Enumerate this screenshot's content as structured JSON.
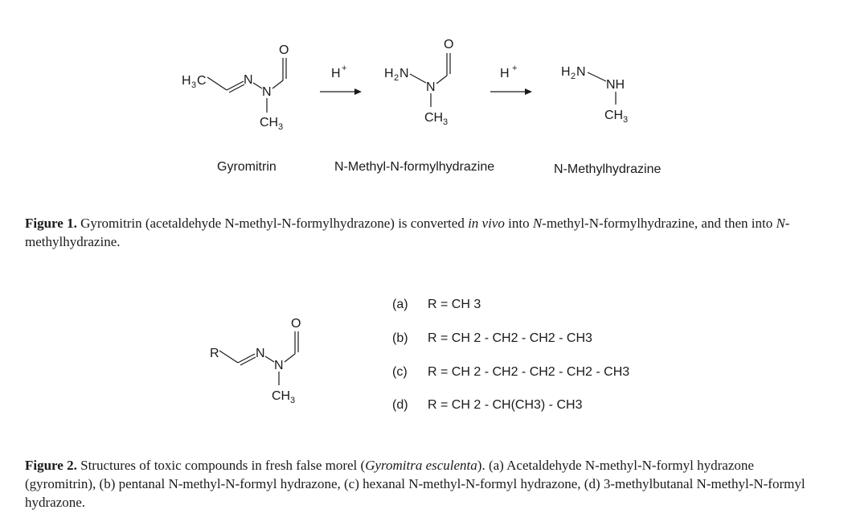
{
  "figure1": {
    "scheme": {
      "acid_label": "H",
      "acid_charge": "+",
      "compounds": [
        {
          "name": "Gyromitrin",
          "atoms": {
            "ch3_left": "H",
            "ch3_left_sub": "3",
            "ch3_left_c": "C",
            "n_imine": "N",
            "n_amide": "N",
            "oxygen": "O",
            "methyl": "CH",
            "methyl_sub": "3"
          }
        },
        {
          "name": "N-Methyl-N-formylhydrazine",
          "atoms": {
            "amine": "H",
            "amine_sub": "2",
            "amine_n": "N",
            "n_amide": "N",
            "oxygen": "O",
            "methyl": "CH",
            "methyl_sub": "3"
          }
        },
        {
          "name": "N-Methylhydrazine",
          "atoms": {
            "amine": "H",
            "amine_sub": "2",
            "amine_n": "N",
            "nh": "NH",
            "methyl": "CH",
            "methyl_sub": "3"
          }
        }
      ]
    },
    "caption": {
      "label": "Figure 1.",
      "parts": [
        " Gyromitrin (acetaldehyde N-methyl-N-formylhydrazone) is converted ",
        "in vivo",
        " into ",
        "N",
        "-methyl-N-formylhydrazine, and then into ",
        "N",
        "-methylhydrazine."
      ]
    }
  },
  "figure2": {
    "structure": {
      "r": "R",
      "n_imine": "N",
      "n_amide": "N",
      "oxygen": "O",
      "methyl": "CH",
      "methyl_sub": "3"
    },
    "options": [
      {
        "label": "(a)",
        "formula": "R = CH 3"
      },
      {
        "label": "(b)",
        "formula": "R = CH 2 - CH2 - CH2 - CH3"
      },
      {
        "label": "(c)",
        "formula": "R = CH 2 - CH2 - CH2 - CH2 - CH3"
      },
      {
        "label": "(d)",
        "formula": "R = CH 2 - CH(CH3) - CH3"
      }
    ],
    "caption": {
      "label": "Figure 2.",
      "parts": [
        " Structures of toxic compounds in fresh false morel (",
        "Gyromitra esculenta",
        "). (a) Acetaldehyde N-methyl-N-formyl hydrazone (gyromitrin), (b) pentanal N-methyl-N-formyl hydrazone, (c) hexanal N-methyl-N-formyl hydrazone, (d) 3-methylbutanal N-methyl-N-formyl hydrazone."
      ]
    }
  }
}
